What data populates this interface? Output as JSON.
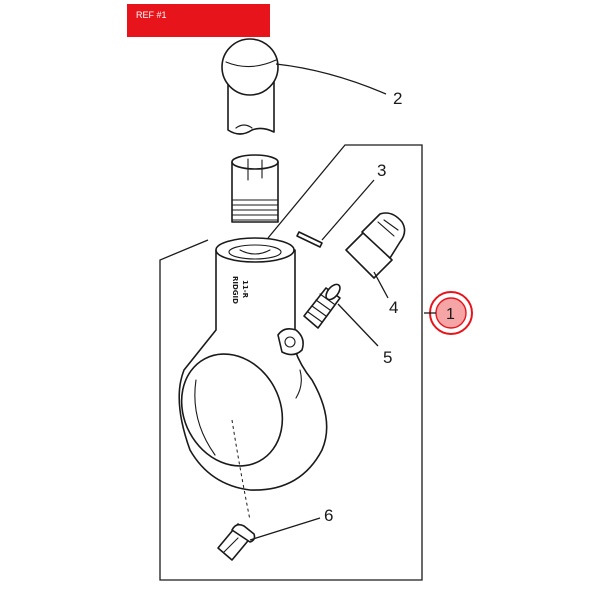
{
  "header": {
    "ref_label": "REF #1"
  },
  "diagram": {
    "callouts": [
      "2",
      "3",
      "4",
      "5",
      "6"
    ],
    "body_markings": {
      "brand": "RIDGID",
      "model": "11-R"
    },
    "selected_part": "1",
    "colors": {
      "accent": "#e8141b",
      "badge_fill": "#f6a5a7",
      "line": "#1a1a1a"
    }
  }
}
